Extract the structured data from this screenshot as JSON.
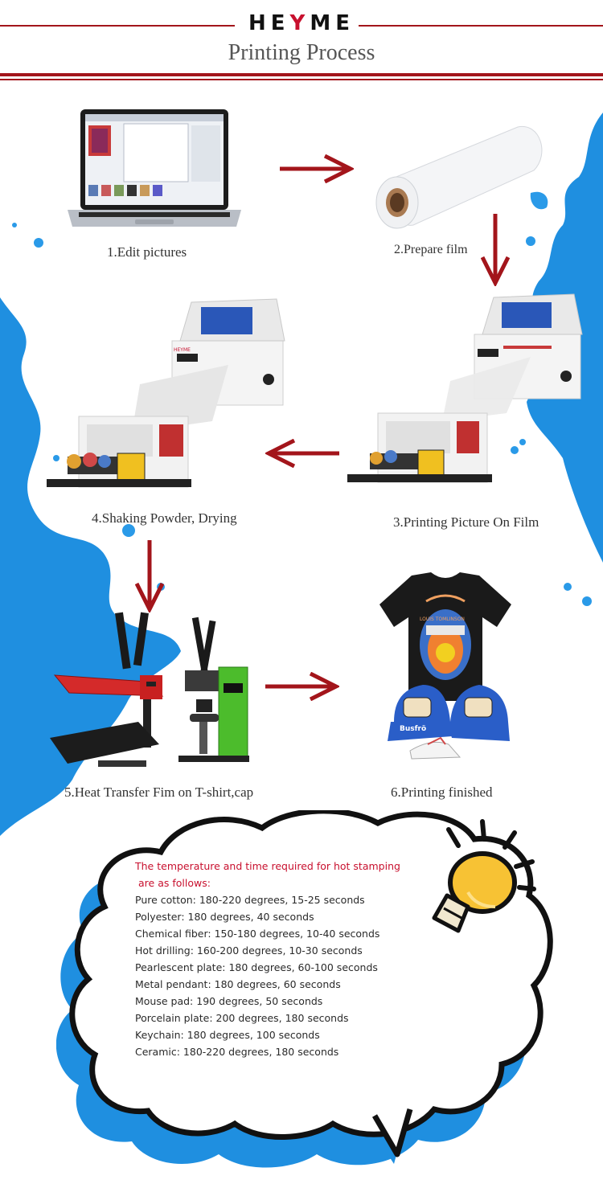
{
  "header": {
    "brand_left": "HE",
    "brand_mid": "Y",
    "brand_right": "ME",
    "title": "Printing Process",
    "accent_color": "#a3151b"
  },
  "steps": [
    {
      "label": "1.Edit pictures",
      "icon": "laptop-icon"
    },
    {
      "label": "2.Prepare film",
      "icon": "film-roll-icon"
    },
    {
      "label": "3.Printing Picture On Film",
      "icon": "dtf-printer-icon"
    },
    {
      "label": "4.Shaking Powder, Drying",
      "icon": "powder-shaker-icon"
    },
    {
      "label": "5.Heat Transfer Fim on T-shirt,cap",
      "icon": "heat-press-icon"
    },
    {
      "label": "6.Printing finished",
      "icon": "tshirt-cap-icon"
    }
  ],
  "info": {
    "heading_line1": "The temperature and time required for hot stamping",
    "heading_line2": "are as follows:",
    "items": [
      "Pure cotton: 180-220 degrees, 15-25 seconds",
      "Polyester: 180 degrees, 40 seconds",
      "Chemical fiber: 150-180 degrees, 10-40 seconds",
      "Hot drilling: 160-200 degrees, 10-30 seconds",
      "Pearlescent plate: 180 degrees, 60-100 seconds",
      "Metal pendant: 180 degrees, 60 seconds",
      "Mouse pad: 190 degrees, 50 seconds",
      "Porcelain plate: 200 degrees, 180 seconds",
      "Keychain: 180 degrees, 100 seconds",
      "Ceramic: 180-220 degrees, 180 seconds"
    ]
  },
  "product_text": {
    "printer_brand": "HEYME",
    "shirt_text": "LOUIS TOMLINSON",
    "cap_text": "Busfrö"
  }
}
